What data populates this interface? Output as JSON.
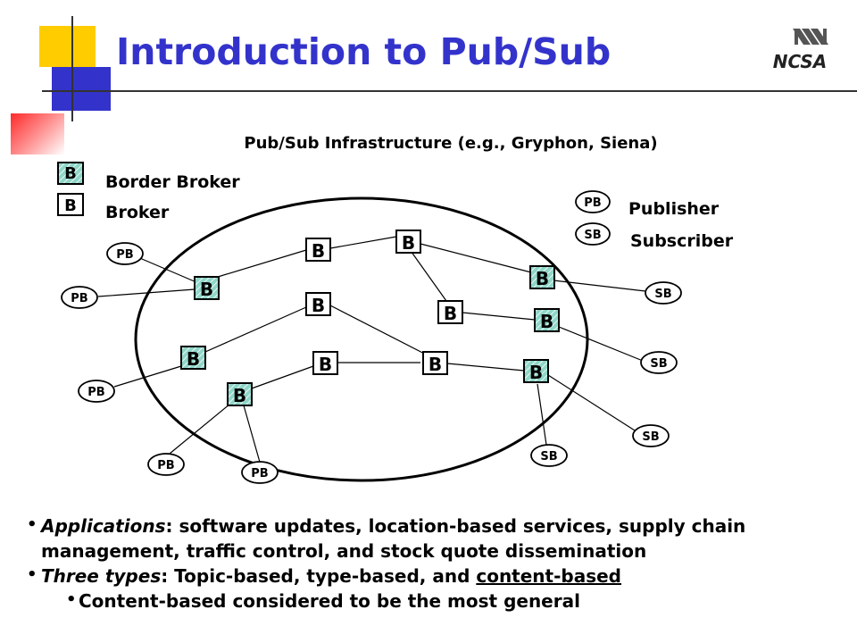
{
  "slide": {
    "title": "Introduction to Pub/Sub",
    "logo_text": "NCSA"
  },
  "diagram": {
    "heading": "Pub/Sub Infrastructure (e.g., Gryphon, Siena)",
    "legend": {
      "border_broker_label": "Border Broker",
      "broker_label": "Broker",
      "publisher_label": "Publisher",
      "subscriber_label": "Subscriber"
    },
    "broker_text": "B",
    "publisher_text": "PB",
    "subscriber_text": "SB"
  },
  "bullets": {
    "b1_term": "Applications",
    "b1_text": ": software updates, location-based services,  supply chain management, traffic control, and stock quote dissemination",
    "b2_term": "Three types",
    "b2_text": ": Topic-based, type-based, and ",
    "b2_underlined": "content-based",
    "b3_text": "Content-based considered to be the most general"
  },
  "colors": {
    "title": "#3333cc",
    "border_broker_fill": "#8fd6c8",
    "deco_yellow": "#ffcc00",
    "deco_blue": "#3333cc",
    "deco_red": "#ff3333"
  }
}
